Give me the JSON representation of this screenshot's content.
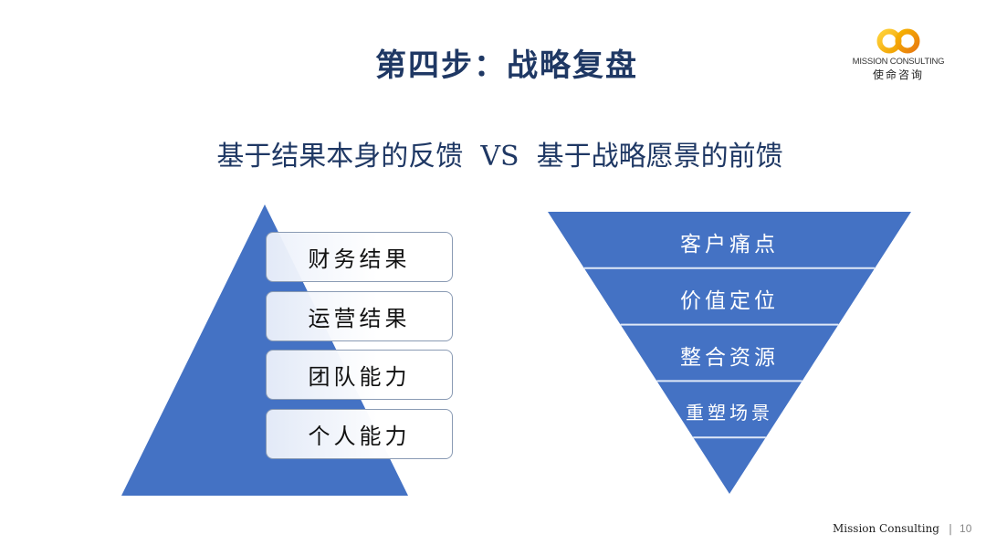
{
  "header": {
    "title": "第四步：战略复盘",
    "subtitle": "基于结果本身的反馈  VS  基于战略愿景的前馈"
  },
  "logo": {
    "icon": "infinity-rings-logo-icon",
    "name_en": "MISSION CONSULTING",
    "name_cn": "使命咨询",
    "colors": [
      "#f5b800",
      "#f08a00"
    ]
  },
  "left_pyramid": {
    "color": "#4472c4",
    "items": [
      "财务结果",
      "运营结果",
      "团队能力",
      "个人能力"
    ]
  },
  "right_funnel": {
    "color": "#4472c4",
    "divider_color": "#dfe8f7",
    "items": [
      "客户痛点",
      "价值定位",
      "整合资源",
      "重塑场景",
      ""
    ]
  },
  "footer": {
    "brand": "Mission Consulting",
    "separator": "|",
    "page_number": "10"
  }
}
